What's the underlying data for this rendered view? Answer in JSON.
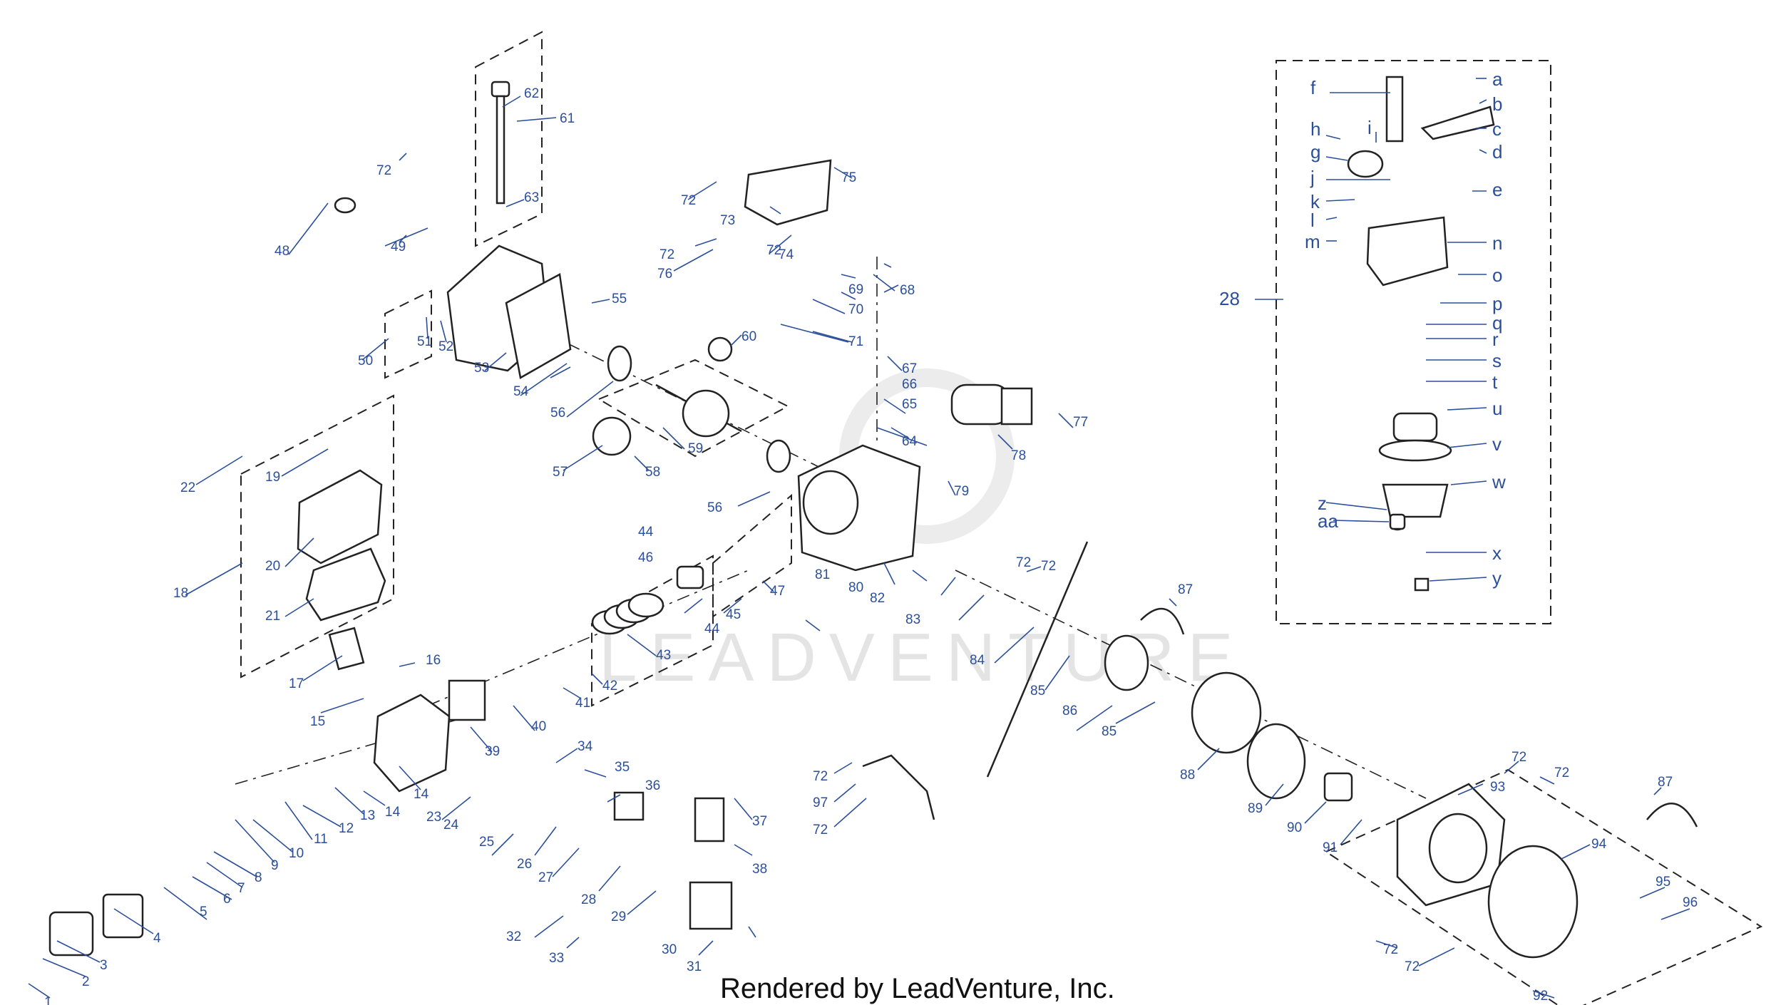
{
  "footer": "Rendered by LeadVenture, Inc.",
  "watermark": "LEADVENTURE",
  "colors": {
    "callout": "#2b4f9a",
    "line": "#222222",
    "watermark": "#e4e4e4"
  },
  "callouts": {
    "c1": "1",
    "c2": "2",
    "c3": "3",
    "c4": "4",
    "c5": "5",
    "c6": "6",
    "c7": "7",
    "c8": "8",
    "c9": "9",
    "c10": "10",
    "c11": "11",
    "c12": "12",
    "c13": "13",
    "c14a": "14",
    "c14b": "14",
    "c15": "15",
    "c16": "16",
    "c17": "17",
    "c18": "18",
    "c19": "19",
    "c20": "20",
    "c21": "21",
    "c22": "22",
    "c23": "23",
    "c24": "24",
    "c25": "25",
    "c26": "26",
    "c27": "27",
    "c28a": "28",
    "c28b": "28",
    "c29": "29",
    "c30": "30",
    "c31": "31",
    "c32": "32",
    "c33": "33",
    "c34": "34",
    "c35": "35",
    "c36": "36",
    "c37": "37",
    "c38": "38",
    "c39": "39",
    "c40": "40",
    "c41": "41",
    "c42": "42",
    "c43": "43",
    "c44a": "44",
    "c44b": "44",
    "c45": "45",
    "c46": "46",
    "c47": "47",
    "c48": "48",
    "c49": "49",
    "c50": "50",
    "c51": "51",
    "c52": "52",
    "c53": "53",
    "c54": "54",
    "c55": "55",
    "c56a": "56",
    "c56b": "56",
    "c57": "57",
    "c58": "58",
    "c59": "59",
    "c60": "60",
    "c61": "61",
    "c62": "62",
    "c63": "63",
    "c64": "64",
    "c65": "65",
    "c66": "66",
    "c67": "67",
    "c68": "68",
    "c69": "69",
    "c70": "70",
    "c71": "71",
    "c72a": "72",
    "c72b": "72",
    "c72c": "72",
    "c72d": "72",
    "c72e": "72",
    "c72f": "72",
    "c72g": "72",
    "c72h": "72",
    "c72i": "72",
    "c72j": "72",
    "c72k": "72",
    "c72l": "72",
    "c73": "73",
    "c74": "74",
    "c75": "75",
    "c76": "76",
    "c77": "77",
    "c78": "78",
    "c79": "79",
    "c80": "80",
    "c81": "81",
    "c82": "82",
    "c83": "83",
    "c84": "84",
    "c85a": "85",
    "c85b": "85",
    "c86": "86",
    "c87a": "87",
    "c87b": "87",
    "c88": "88",
    "c89": "89",
    "c90": "90",
    "c91": "91",
    "c92": "92",
    "c93": "93",
    "c94": "94",
    "c95": "95",
    "c96": "96",
    "c97": "97"
  },
  "carb_callouts": {
    "a": "a",
    "b": "b",
    "c": "c",
    "d": "d",
    "e": "e",
    "f": "f",
    "g": "g",
    "h": "h",
    "i": "i",
    "j": "j",
    "k": "k",
    "l": "l",
    "m": "m",
    "n": "n",
    "o": "o",
    "p": "p",
    "q": "q",
    "r": "r",
    "s": "s",
    "t": "t",
    "u": "u",
    "v": "v",
    "w": "w",
    "x": "x",
    "y": "y",
    "z": "z",
    "aa": "aa"
  }
}
